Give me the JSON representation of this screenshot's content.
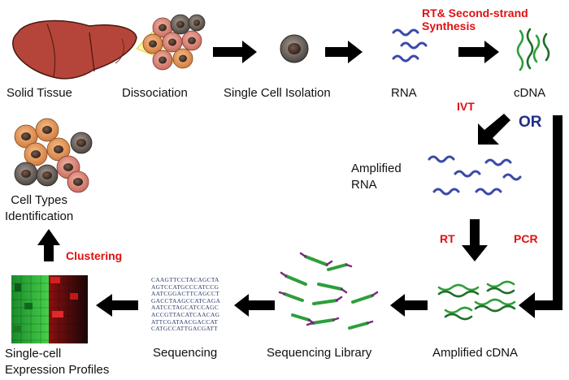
{
  "stages": {
    "solid_tissue": "Solid Tissue",
    "dissociation": "Dissociation",
    "single_cell_isolation": "Single Cell Isolation",
    "rna": "RNA",
    "cdna": "cDNA",
    "amplified_rna": [
      "Amplified",
      "RNA"
    ],
    "amplified_cdna": "Amplified cDNA",
    "sequencing_library": "Sequencing Library",
    "sequencing": "Sequencing",
    "expression_profiles": [
      "Single-cell",
      "Expression Profiles"
    ],
    "cell_types": [
      "Cell Types",
      "Identification"
    ]
  },
  "steps": {
    "rt_second_strand": [
      "RT& Second-strand",
      "Synthesis"
    ],
    "ivt": "IVT",
    "or": "OR",
    "rt": "RT",
    "pcr": "PCR",
    "clustering": "Clustering"
  },
  "sequence_lines": [
    "CAAGTTCCTACAGCTA",
    "AGTCCATGCCCATCCG",
    "AATCGGACTTCAGCCT",
    "GACCTAAGCCATCAGA",
    "AATCCTAGCATCCAGC",
    "ACCGTTACATCAACAG",
    "ATTCGATAACGACCAT",
    "CATGCCATTGACGATT"
  ],
  "colors": {
    "arrow": "#000000",
    "step_label": "#e01010",
    "or_label": "#1f2d8a",
    "dna_green": "#2e9e3a",
    "rna_blue": "#3b4aa8"
  }
}
